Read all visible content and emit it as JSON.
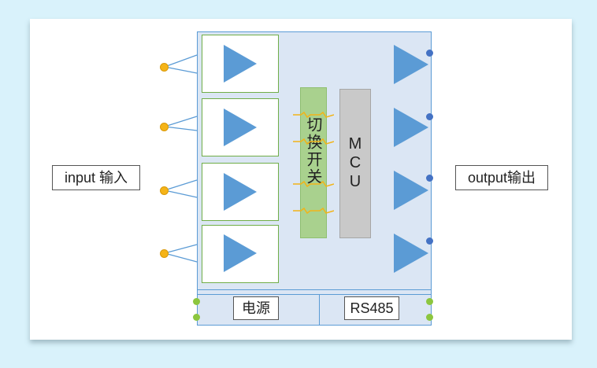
{
  "labels": {
    "input": "input 输入",
    "output": "output输出",
    "switch": "切换开关",
    "mcu": [
      "M",
      "C",
      "U"
    ],
    "power": "电源",
    "rs485": "RS485"
  },
  "colors": {
    "background": "#d9f2fb",
    "device_fill": "#dbe6f4",
    "device_border": "#5b9bd5",
    "amplifier": "#5b9bd5",
    "amp_box_border": "#70ad47",
    "switch_fill": "#a9d18e",
    "mcu_fill": "#c9c9c9",
    "input_dot": "#f5b418",
    "output_dot": "#4472c4",
    "power_dot": "#8cc63f"
  },
  "icons": {
    "amplifier": "triangle-right",
    "terminal": "dot"
  },
  "channels": {
    "inputs": 4,
    "outputs": 4
  }
}
